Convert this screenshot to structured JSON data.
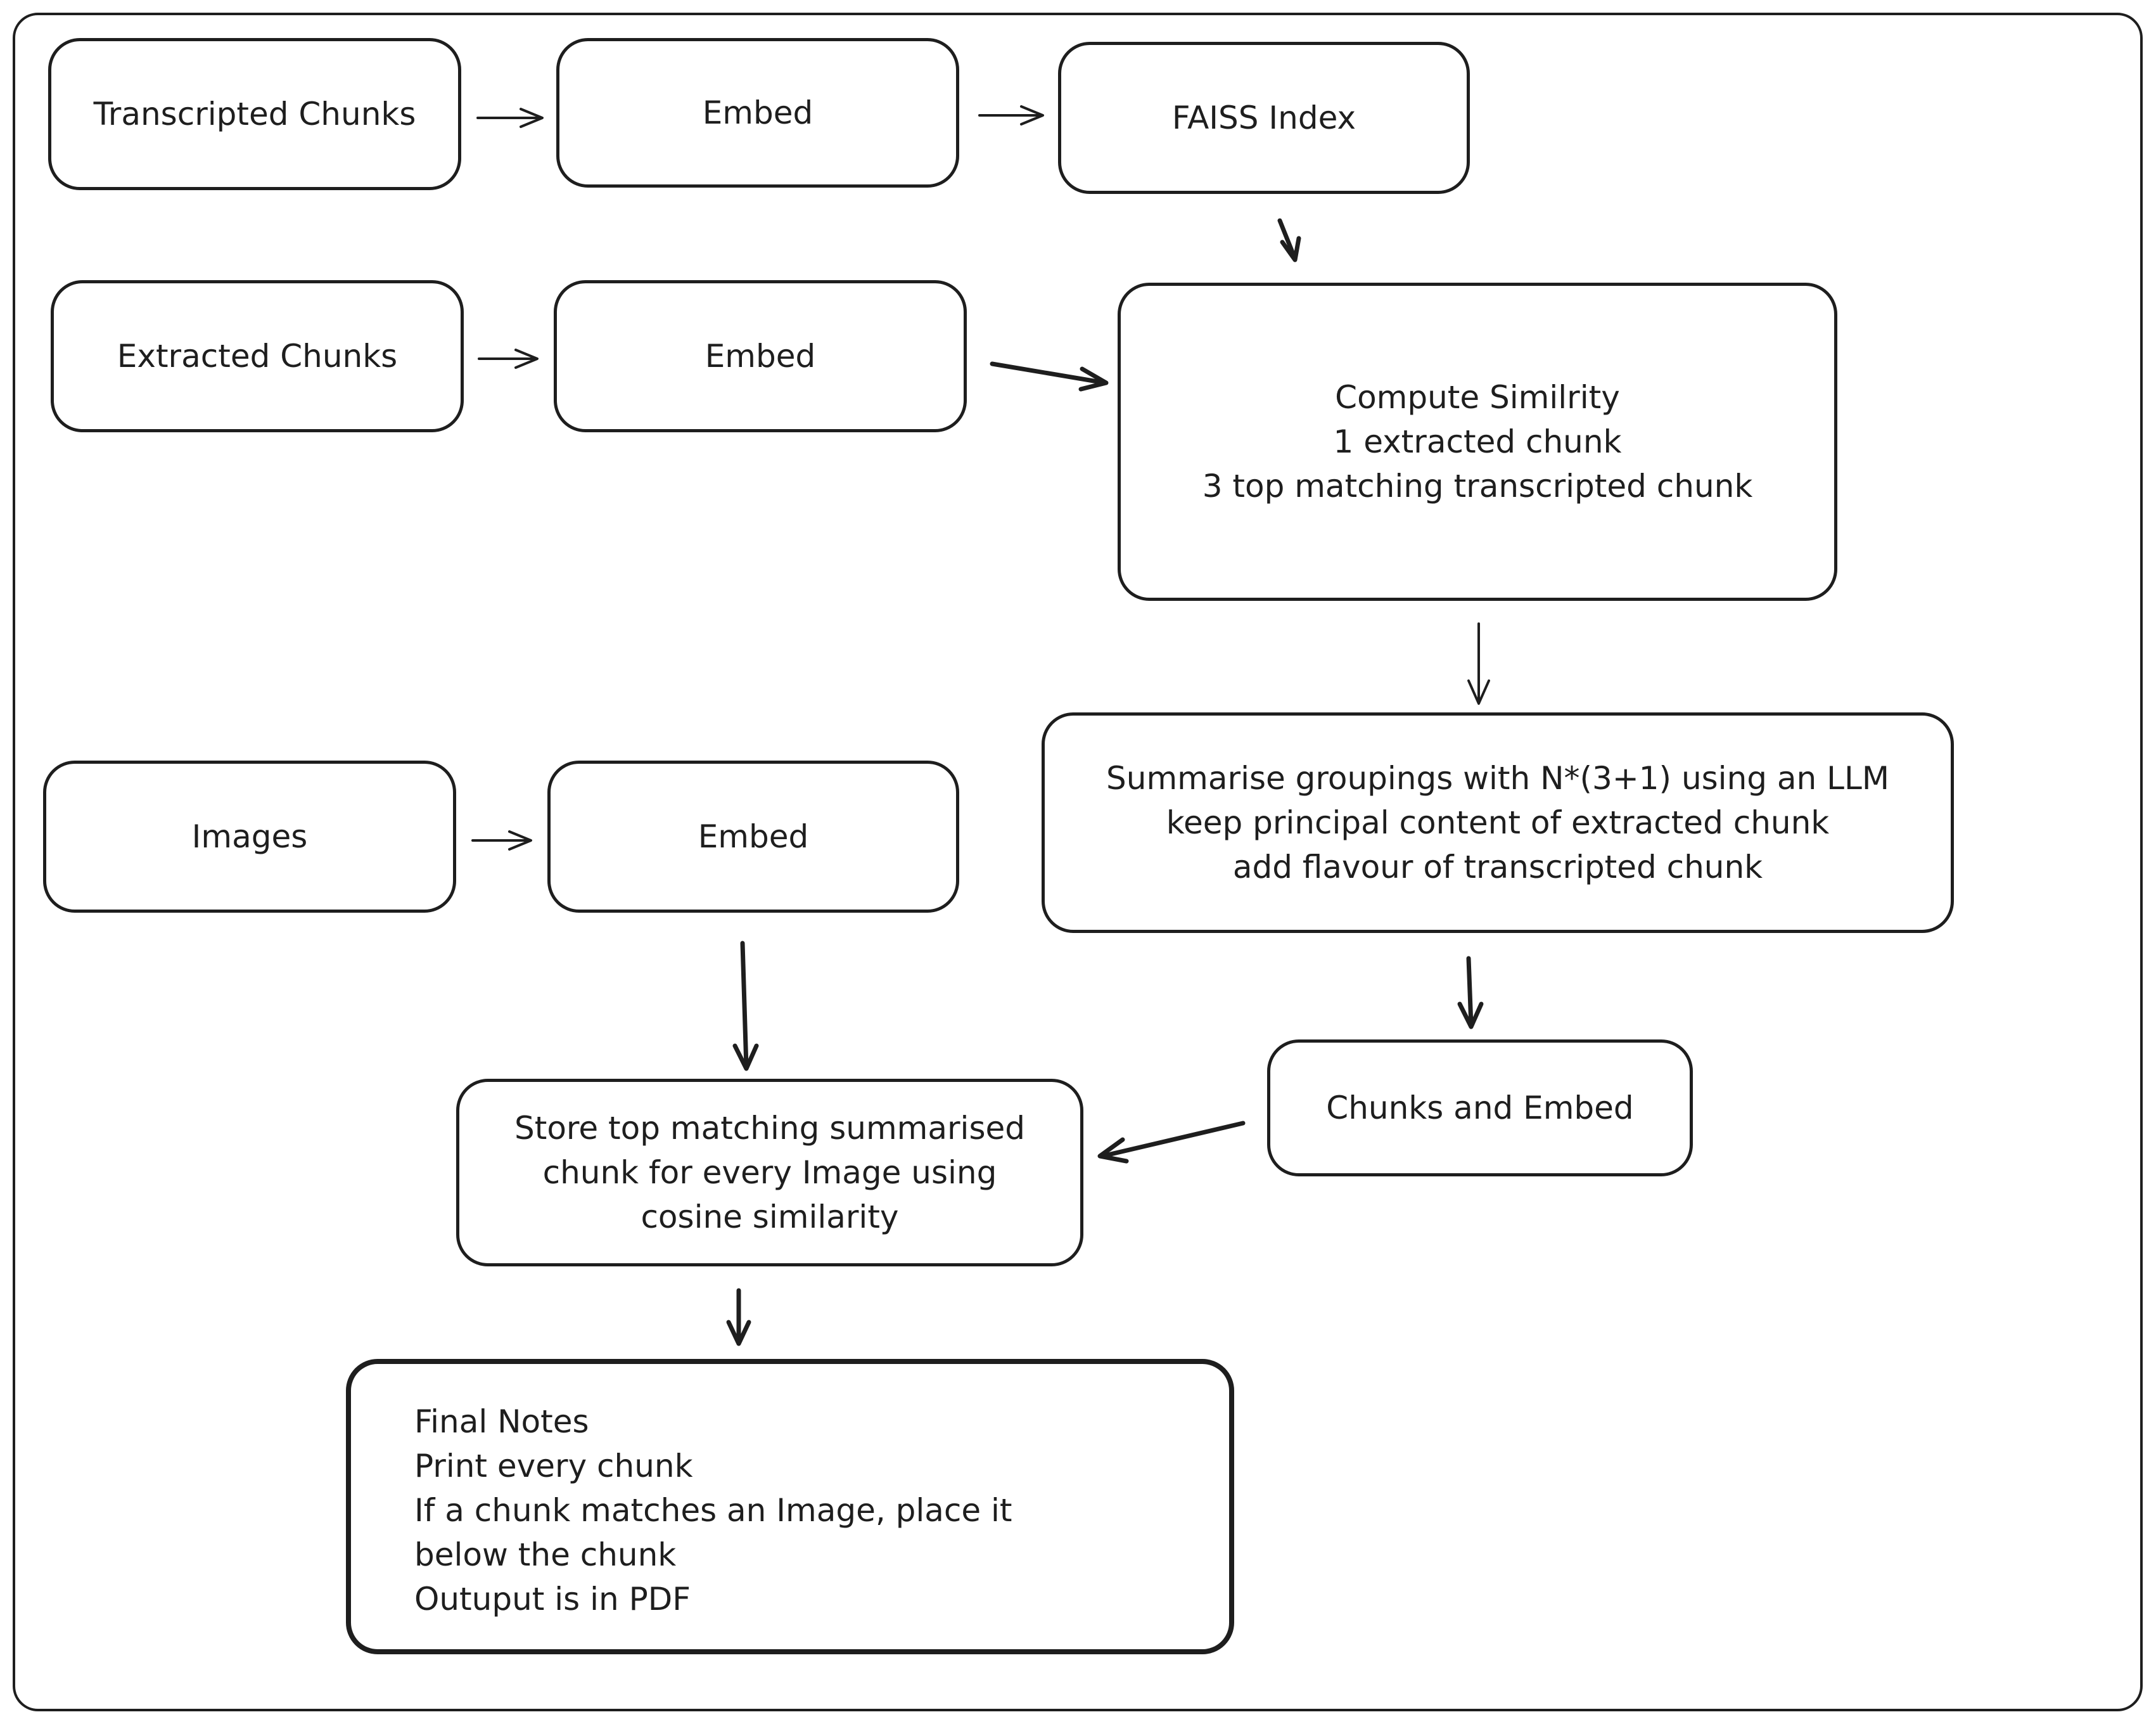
{
  "nodes": {
    "transcripted_chunks": "Transcripted Chunks",
    "embed_1": "Embed",
    "faiss_index": "FAISS Index",
    "extracted_chunks": "Extracted Chunks",
    "embed_2": "Embed",
    "compute_similarity": "Compute Similrity\n1 extracted chunk\n3 top matching transcripted chunk",
    "images": "Images",
    "embed_3": "Embed",
    "summarise": "Summarise groupings with N*(3+1) using an LLM\nkeep principal content of extracted chunk\nadd flavour of transcripted chunk",
    "chunks_and_embed": "Chunks and Embed",
    "store_top_matching": "Store top matching summarised\nchunk for every Image using\ncosine similarity",
    "final_notes": "Final Notes\nPrint every chunk\nIf a chunk matches an Image, place it\nbelow the chunk\nOutuput is in PDF"
  },
  "colors": {
    "stroke": "#1e1e1e",
    "background": "#ffffff"
  }
}
